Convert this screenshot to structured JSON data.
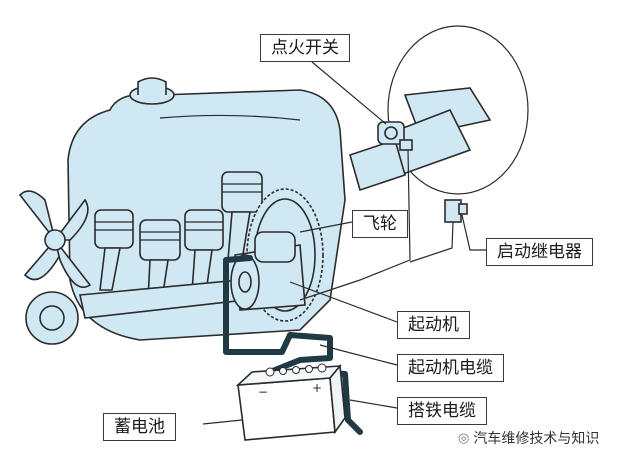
{
  "labels": {
    "ignition_switch": "点火开关",
    "flywheel": "飞轮",
    "starter_relay": "启动继电器",
    "starter_motor": "起动机",
    "starter_cable": "起动机电缆",
    "ground_cable": "搭铁电缆",
    "battery": "蓄电池"
  },
  "battery_marks": {
    "minus": "−",
    "plus": "+"
  },
  "watermark": {
    "icon": "wechat-icon",
    "text": "汽车维修技术与知识"
  },
  "colors": {
    "engine_fill": "#cfe8f4",
    "engine_stroke": "#2b2b2b",
    "cable": "#1f3a44",
    "battery_fill": "#ffffff"
  }
}
